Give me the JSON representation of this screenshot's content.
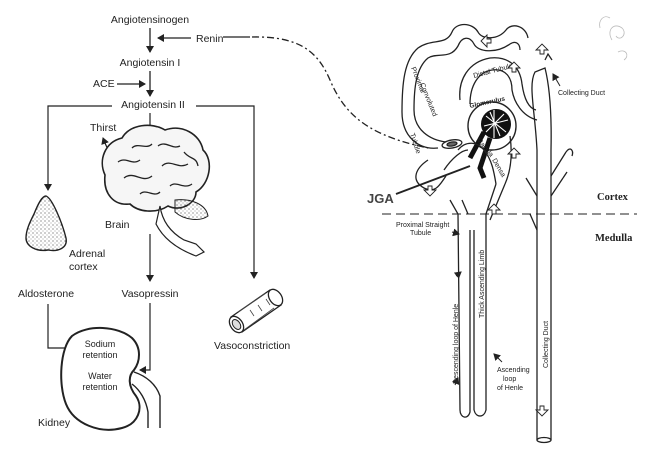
{
  "raas": {
    "angiotensinogen": "Angiotensinogen",
    "renin": "Renin",
    "angiotensin_1": "Angiotensin I",
    "ace": "ACE",
    "angiotensin_2": "Angiotensin II",
    "thirst": "Thirst",
    "brain": "Brain",
    "adrenal_cortex_1": "Adrenal",
    "adrenal_cortex_2": "cortex",
    "aldosterone": "Aldosterone",
    "vasopressin": "Vasopressin",
    "vasoconstriction": "Vasoconstriction",
    "sodium_retention_1": "Sodium",
    "sodium_retention_2": "retention",
    "water_retention_1": "Water",
    "water_retention_2": "retention",
    "kidney": "Kidney"
  },
  "nephron": {
    "jga": "JGA",
    "cortex": "Cortex",
    "medulla": "Medulla",
    "collecting_duct_top": "Collecting Duct",
    "collecting_duct_bottom": "Collecting Duct",
    "proximal_convoluted_1": "Proximal",
    "proximal_convoluted_2": "Convoluted",
    "tubule": "Tubule",
    "distal_tubule": "Distal Tubule",
    "glomerulus": "Glomerulus",
    "macula": "Macula",
    "densa": "Densa",
    "proximal_straight_1": "Proximal Straight",
    "proximal_straight_2": "Tubule",
    "thick_ascending": "Thick Ascending Limb",
    "descending_loop": "Descending loop of Henle",
    "ascending_loop_1": "Ascending",
    "ascending_loop_2": "loop",
    "ascending_loop_3": "of Henle"
  }
}
